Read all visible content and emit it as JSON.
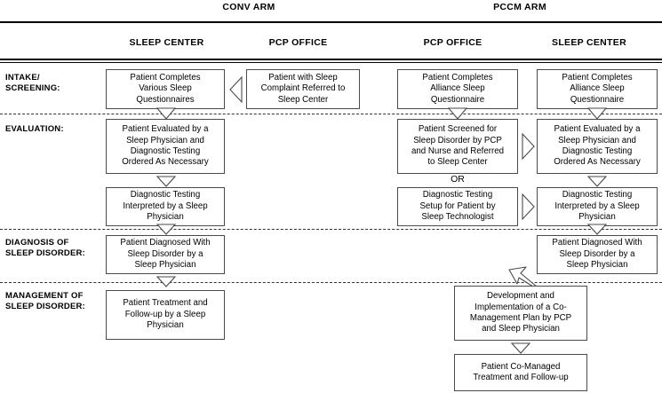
{
  "arms": [
    {
      "label": "CONV ARM"
    },
    {
      "label": "PCCM ARM"
    }
  ],
  "venues": [
    {
      "label": "SLEEP CENTER"
    },
    {
      "label": "PCP OFFICE"
    },
    {
      "label": "PCP OFFICE"
    },
    {
      "label": "SLEEP CENTER"
    }
  ],
  "stages": [
    {
      "label": "INTAKE/\nSCREENING:"
    },
    {
      "label": "EVALUATION:"
    },
    {
      "label": "DIAGNOSIS OF\nSLEEP DISORDER:"
    },
    {
      "label": "MANAGEMENT OF\nSLEEP DISORDER:"
    }
  ],
  "boxes": {
    "conv_intake_sleepcenter": "Patient Completes\nVarious Sleep\nQuestionnaires",
    "conv_intake_pcp": "Patient with Sleep\nComplaint Referred to\nSleep Center",
    "pccm_intake_pcp": "Patient Completes\nAlliance Sleep\nQuestionnaire",
    "pccm_intake_sleepcenter": "Patient Completes\nAlliance Sleep\nQuestionnaire",
    "conv_eval_1": "Patient Evaluated by a\nSleep Physician and\nDiagnostic Testing\nOrdered As Necessary",
    "conv_eval_2": "Diagnostic Testing\nInterpreted by a Sleep\nPhysician",
    "pccm_eval_pcp_1": "Patient Screened for\nSleep Disorder by PCP\nand Nurse and Referred\nto Sleep Center",
    "pccm_eval_pcp_2": "Diagnostic Testing\nSetup for Patient by\nSleep Technologist",
    "pccm_eval_sc_1": "Patient Evaluated by a\nSleep Physician and\nDiagnostic Testing\nOrdered As Necessary",
    "pccm_eval_sc_2": "Diagnostic Testing\nInterpreted by a Sleep\nPhysician",
    "conv_diagnosis": "Patient Diagnosed With\nSleep Disorder by a\nSleep Physician",
    "pccm_diagnosis": "Patient Diagnosed With\nSleep Disorder by a\nSleep Physician",
    "conv_management": "Patient Treatment and\nFollow-up by a Sleep\nPhysician",
    "pccm_management_1": "Development and\nImplementation of a Co-\nManagement Plan by PCP\nand Sleep Physician",
    "pccm_management_2": "Patient  Co-Managed\nTreatment and Follow-up"
  },
  "connectors": {
    "or_label": "OR"
  },
  "colors": {
    "box_border": "#4a4a4a",
    "rule": "#000000",
    "dashed_separator": "#333333",
    "background": "#ffffff",
    "text": "#000000"
  }
}
